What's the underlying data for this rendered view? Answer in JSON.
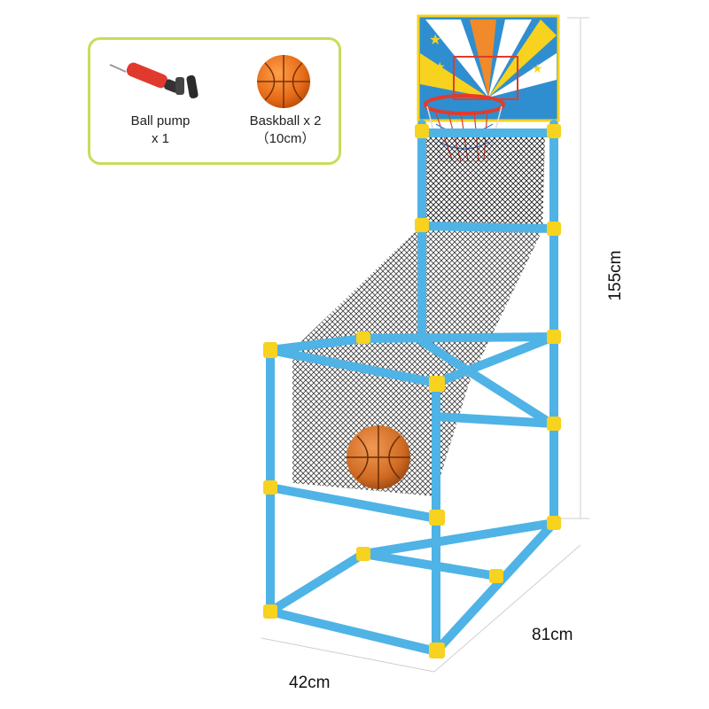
{
  "accessories": {
    "pump": {
      "label_line1": "Ball pump",
      "label_line2": "x 1",
      "icon": "ball-pump-icon"
    },
    "ball": {
      "label_line1": "Baskball x 2",
      "label_line2": "（10cm）",
      "icon": "basketball-icon"
    }
  },
  "dimensions": {
    "height": "155cm",
    "width": "42cm",
    "depth": "81cm"
  },
  "colors": {
    "frame_blue": "#4fb3e6",
    "connector_yellow": "#f7d21e",
    "net": "#1a1a1a",
    "ball_orange": "#e0782a",
    "rim_red": "#e23b2b",
    "box_border": "#c8dc5a"
  }
}
